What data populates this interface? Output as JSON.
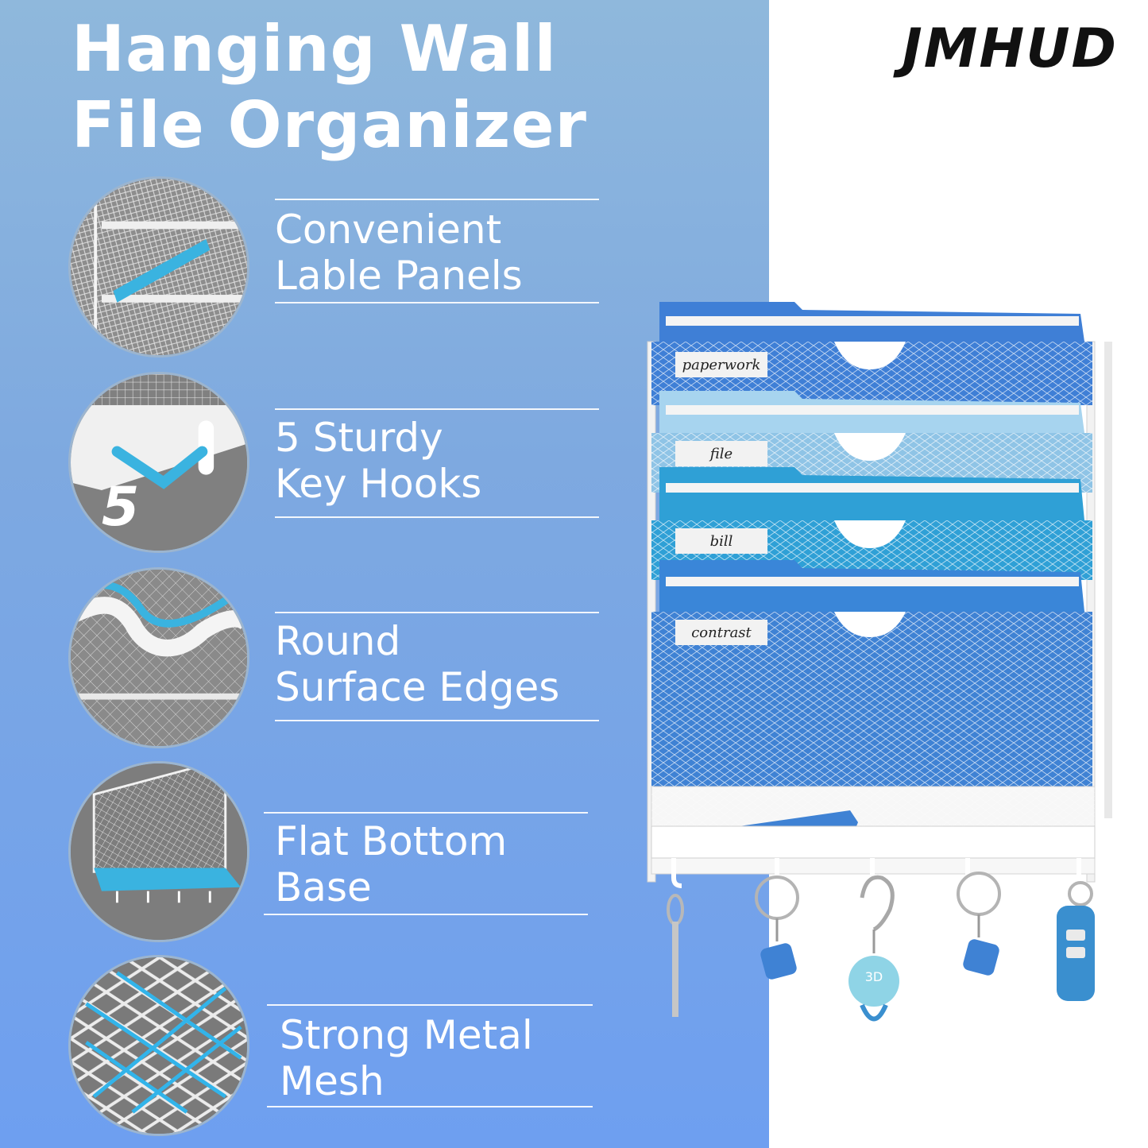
{
  "brand": "JMHUD",
  "title": {
    "line1": "Hanging Wall",
    "line2": "File Organizer"
  },
  "features": [
    {
      "line1": "Convenient",
      "line2": "Lable Panels",
      "icon": "label-panel-icon"
    },
    {
      "line1": "5 Sturdy",
      "line2": "Key Hooks",
      "icon": "key-hook-icon",
      "badge": "5"
    },
    {
      "line1": "Round",
      "line2": "Surface Edges",
      "icon": "round-edge-icon"
    },
    {
      "line1": "Flat Bottom",
      "line2": "Base",
      "icon": "flat-base-icon"
    },
    {
      "line1": "Strong Metal",
      "line2": "Mesh",
      "icon": "metal-mesh-icon"
    }
  ],
  "product": {
    "labels": [
      "paperwork",
      "file",
      "bill",
      "contrast"
    ],
    "keyfob_text": "3D",
    "colors": {
      "accent": "#3ab3e0",
      "folder_dark": "#3f7fd6",
      "folder_light": "#8fc4e6",
      "folder_teal": "#2fa0d6"
    }
  }
}
